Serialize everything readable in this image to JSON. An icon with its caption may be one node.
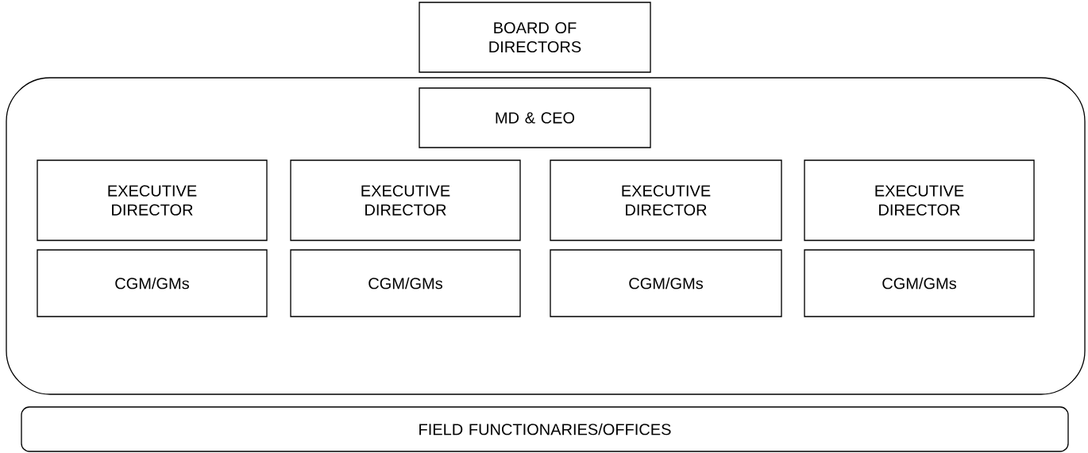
{
  "diagram": {
    "nodes": [
      {
        "text": [
          "BOARD OF DIRECTORS"
        ]
      },
      {
        "text": [],
        "shape": "box"
      },
      {
        "text": [
          "MD & CEO"
        ],
        "in": 1
      },
      {
        "text": [
          "EXECUTIVE DIRECTOR"
        ],
        "in": 1
      },
      {
        "text": [
          "EXECUTIVE DIRECTOR"
        ],
        "in": 1
      },
      {
        "text": [
          "EXECUTIVE DIRECTOR"
        ],
        "in": 1
      },
      {
        "text": [
          "EXECUTIVE DIRECTOR"
        ],
        "in": 1
      },
      {
        "text": [
          "CGM/GMs"
        ],
        "in": 1
      },
      {
        "text": [
          "CGM/GMs"
        ],
        "in": 1
      },
      {
        "text": [
          "CGM/GMs"
        ],
        "in": 1
      },
      {
        "text": [
          "CGM/GMs"
        ],
        "in": 1
      },
      {
        "text": [
          "FIELD FUNCTIONARIES/OFFICES"
        ]
      }
    ]
  }
}
